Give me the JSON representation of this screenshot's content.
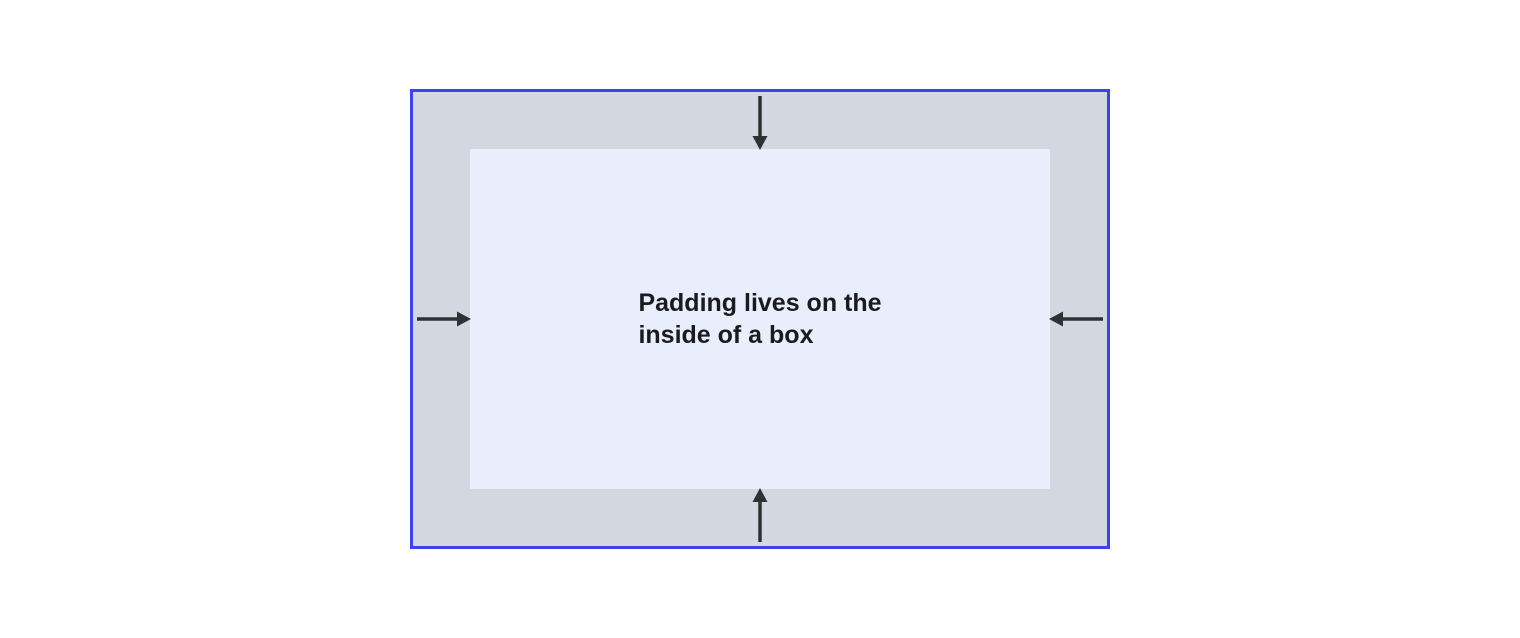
{
  "diagram": {
    "caption": "Padding lives on the\ninside of a box",
    "arrows": [
      {
        "side": "top",
        "direction": "down",
        "icon": "arrow-down-icon"
      },
      {
        "side": "right",
        "direction": "left",
        "icon": "arrow-left-icon"
      },
      {
        "side": "bottom",
        "direction": "up",
        "icon": "arrow-up-icon"
      },
      {
        "side": "left",
        "direction": "right",
        "icon": "arrow-right-icon"
      }
    ],
    "colors": {
      "outer_border": "#3b42f1",
      "outer_fill": "#d2d7e0",
      "inner_fill": "#e8eefb",
      "arrow": "#2e3034",
      "text": "#1a1b1e",
      "page_background": "#ffffff"
    }
  }
}
